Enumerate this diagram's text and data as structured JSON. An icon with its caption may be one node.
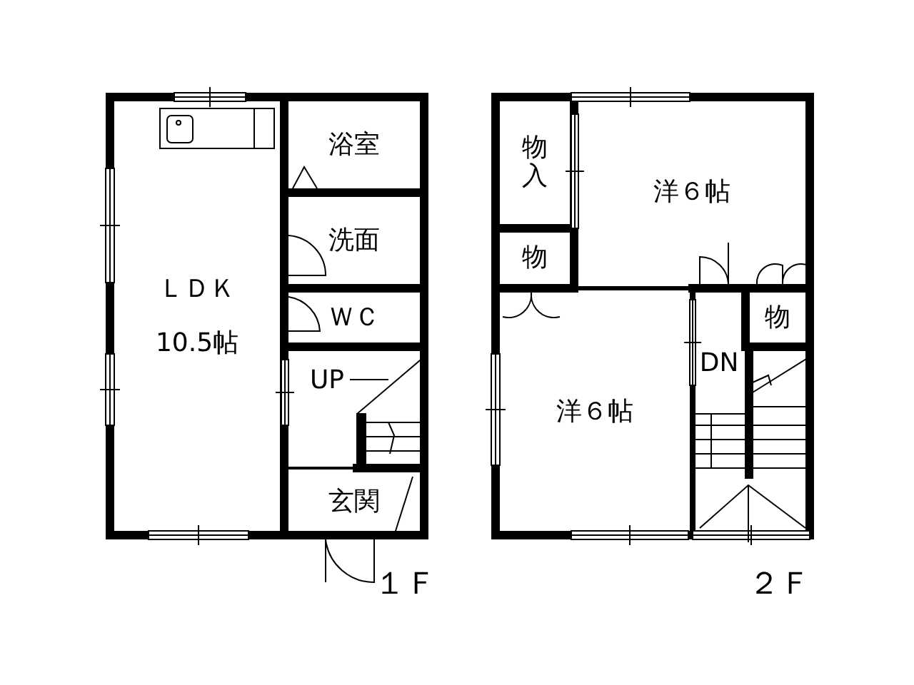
{
  "diagram": {
    "nodes": [
      {
        "text": [
          "ＬＤＫ",
          "10.5帖"
        ]
      },
      {
        "text": [
          "浴室"
        ]
      },
      {
        "text": [
          "洗面"
        ]
      },
      {
        "text": [
          "ＷＣ"
        ]
      },
      {
        "text": [
          "UP"
        ]
      },
      {
        "text": [
          "玄関"
        ]
      },
      {
        "text": [
          "物入"
        ]
      },
      {
        "text": [
          "洋６帖"
        ]
      },
      {
        "text": [
          "物"
        ]
      },
      {
        "text": [
          "物"
        ]
      },
      {
        "text": [
          "洋６帖"
        ]
      },
      {
        "text": [
          "DN"
        ]
      }
    ],
    "labels": [
      "１Ｆ",
      "２Ｆ"
    ]
  }
}
